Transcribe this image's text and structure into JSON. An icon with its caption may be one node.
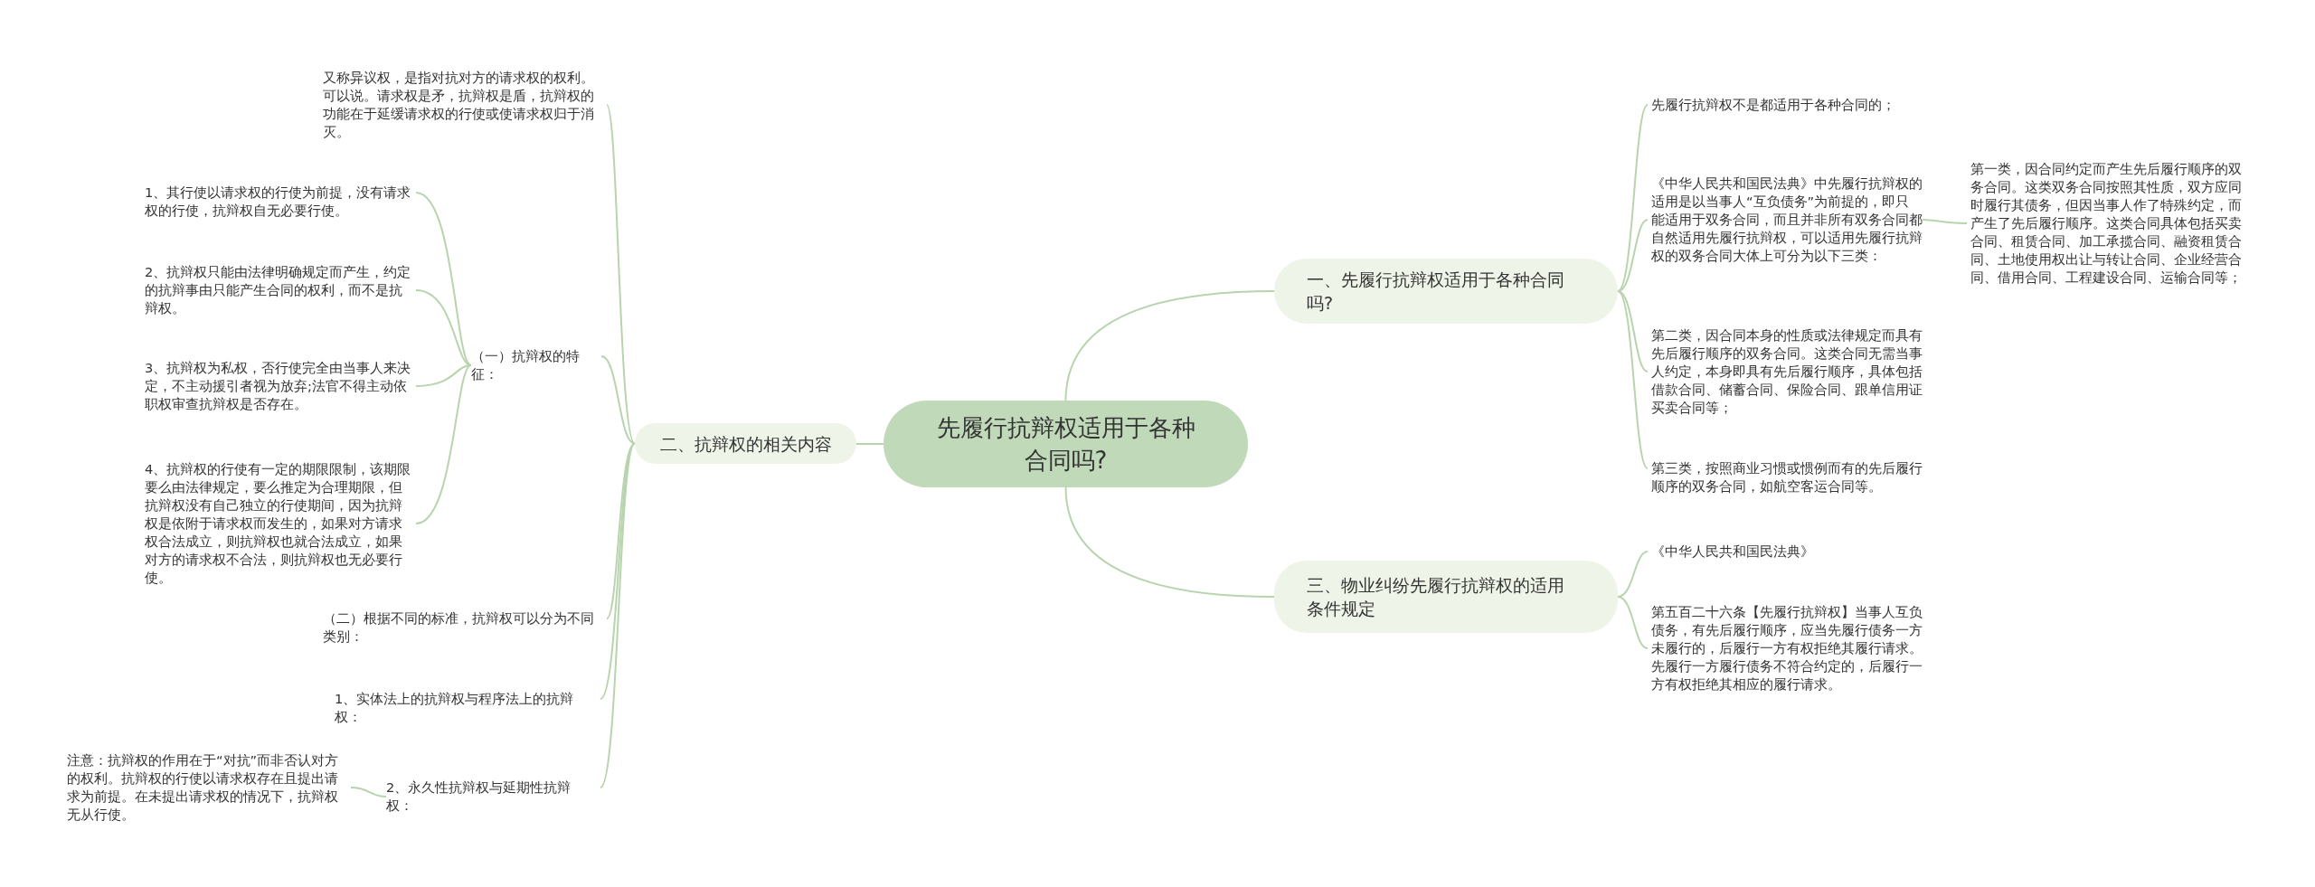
{
  "diagram": {
    "nodes": [
      {
        "text": [
          "先履行抗辩权适用于各种合同吗?"
        ]
      },
      {
        "text": [
          "一、先履行抗辩权适用于各种合同吗?"
        ]
      },
      {
        "text": [
          "二、抗辩权的相关内容"
        ]
      },
      {
        "text": [
          "三、物业纠纷先履行抗辩权的适用条件规定"
        ]
      },
      {
        "text": [
          "先履行抗辩权不是都适用于各种合同的；"
        ]
      },
      {
        "text": [
          "《中华人民共和国民法典》中先履行抗辩权的适用是以当事人“互负债务”为前提的，即只能适用于双务合同，而且并非所有双务合同都自然适用先履行抗辩权，可以适用先履行抗辩权的双务合同大体上可分为以下三类："
        ]
      },
      {
        "text": [
          "第一类，因合同约定而产生先后履行顺序的双务合同。这类双务合同按照其性质，双方应同时履行其债务，但因当事人作了特殊约定，而产生了先后履行顺序。这类合同具体包括买卖合同、租赁合同、加工承揽合同、融资租赁合同、土地使用权出让与转让合同、企业经营合同、借用合同、工程建设合同、运输合同等；"
        ]
      },
      {
        "text": [
          "第二类，因合同本身的性质或法律规定而具有先后履行顺序的双务合同。这类合同无需当事人约定，本身即具有先后履行顺序，具体包括借款合同、储蓄合同、保险合同、跟单信用证买卖合同等；"
        ]
      },
      {
        "text": [
          "第三类，按照商业习惯或惯例而有的先后履行顺序的双务合同，如航空客运合同等。"
        ]
      },
      {
        "text": [
          "《中华人民共和国民法典》"
        ]
      },
      {
        "text": [
          "第五百二十六条【先履行抗辩权】当事人互负债务，有先后履行顺序，应当先履行债务一方未履行的，后履行一方有权拒绝其履行请求。先履行一方履行债务不符合约定的，后履行一方有权拒绝其相应的履行请求。"
        ]
      },
      {
        "text": [
          "又称异议权，是指对抗对方的请求权的权利。可以说。请求权是矛，抗辩权是盾，抗辩权的功能在于延缓请求权的行使或使请求权归于消灭。"
        ]
      },
      {
        "text": [
          "（一）抗辩权的特征："
        ]
      },
      {
        "text": [
          "1、其行使以请求权的行使为前提，没有请求权的行使，抗辩权自无必要行使。"
        ]
      },
      {
        "text": [
          "2、抗辩权只能由法律明确规定而产生，约定的抗辩事由只能产生合同的权利，而不是抗辩权。"
        ]
      },
      {
        "text": [
          "3、抗辩权为私权，否行使完全由当事人来决定，不主动援引者视为放弃;法官不得主动依职权审查抗辩权是否存在。"
        ]
      },
      {
        "text": [
          "4、抗辩权的行使有一定的期限限制，该期限要么由法律规定，要么推定为合理期限，但抗辩权没有自己独立的行使期间，因为抗辩权是依附于请求权而发生的，如果对方请求权合法成立，则抗辩权也就合法成立，如果对方的请求权不合法，则抗辩权也无必要行使。"
        ]
      },
      {
        "text": [
          "（二）根据不同的标准，抗辩权可以分为不同类别："
        ]
      },
      {
        "text": [
          "1、实体法上的抗辩权与程序法上的抗辩权："
        ]
      },
      {
        "text": [
          "2、永久性抗辩权与延期性抗辩权："
        ]
      },
      {
        "text": [
          "注意：抗辩权的作用在于“对抗”而非否认对方的权利。抗辩权的行使以请求权存在且提出请求为前提。在未提出请求权的情况下，抗辩权无从行使。"
        ]
      }
    ],
    "edges": [
      {
        "from": 0,
        "to": 1,
        "arrow": "none"
      },
      {
        "from": 0,
        "to": 2,
        "arrow": "none"
      },
      {
        "from": 0,
        "to": 3,
        "arrow": "none"
      },
      {
        "from": 1,
        "to": 4,
        "arrow": "none"
      },
      {
        "from": 1,
        "to": 5,
        "arrow": "none"
      },
      {
        "from": 5,
        "to": 6,
        "arrow": "none"
      },
      {
        "from": 1,
        "to": 7,
        "arrow": "none"
      },
      {
        "from": 1,
        "to": 8,
        "arrow": "none"
      },
      {
        "from": 3,
        "to": 9,
        "arrow": "none"
      },
      {
        "from": 3,
        "to": 10,
        "arrow": "none"
      },
      {
        "from": 2,
        "to": 11,
        "arrow": "none"
      },
      {
        "from": 2,
        "to": 12,
        "arrow": "none"
      },
      {
        "from": 12,
        "to": 13,
        "arrow": "none"
      },
      {
        "from": 12,
        "to": 14,
        "arrow": "none"
      },
      {
        "from": 12,
        "to": 15,
        "arrow": "none"
      },
      {
        "from": 12,
        "to": 16,
        "arrow": "none"
      },
      {
        "from": 2,
        "to": 17,
        "arrow": "none"
      },
      {
        "from": 2,
        "to": 18,
        "arrow": "none"
      },
      {
        "from": 2,
        "to": 19,
        "arrow": "none"
      },
      {
        "from": 19,
        "to": 20,
        "arrow": "none"
      }
    ]
  }
}
